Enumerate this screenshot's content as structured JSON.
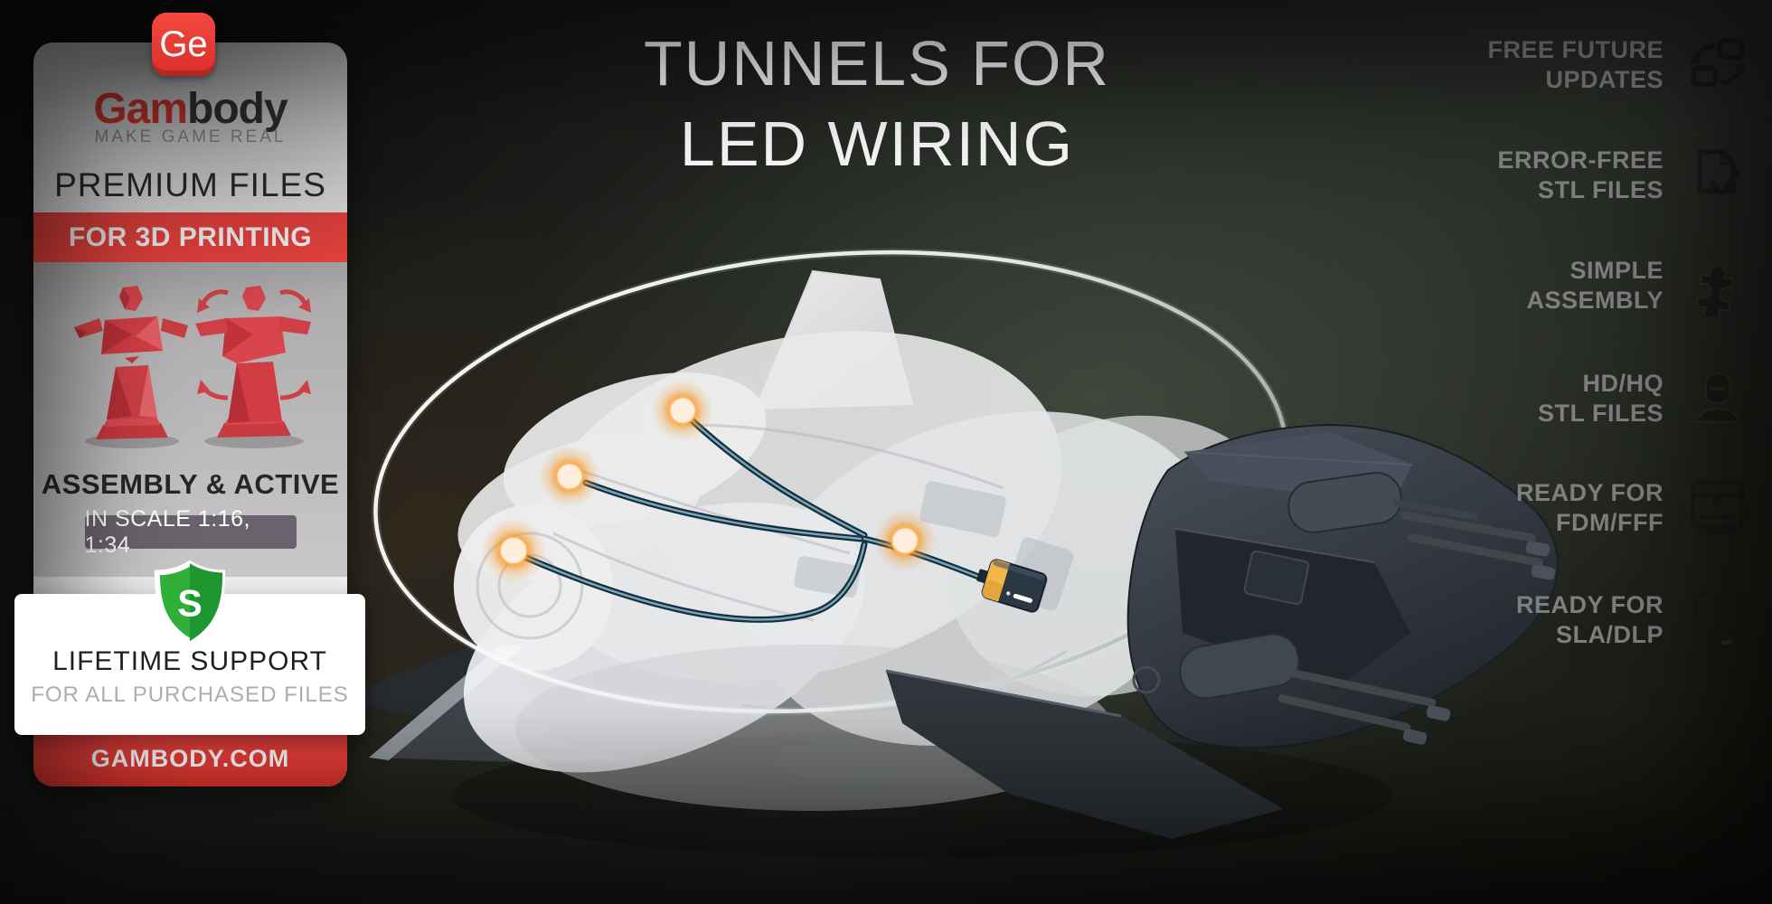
{
  "brand": {
    "badge": "Ge",
    "name_red": "Gam",
    "name_dark": "body",
    "tagline": "MAKE GAME REAL",
    "website": "GAMBODY.COM"
  },
  "promo_card": {
    "premium_line": "PREMIUM FILES",
    "banner": "FOR 3D PRINTING",
    "assembly_line": "ASSEMBLY & ACTIVE",
    "scale_badge": "IN SCALE 1:16, 1:34",
    "shield_letter": "S",
    "support_title": "LIFETIME SUPPORT",
    "support_subtitle": "FOR ALL PURCHASED FILES"
  },
  "headline": {
    "line1": "TUNNELS FOR",
    "line2": "LED WIRING"
  },
  "features": [
    {
      "line1": "FREE FUTURE",
      "line2": "UPDATES",
      "icon": "updates-sync-icon"
    },
    {
      "line1": "ERROR-FREE",
      "line2": "STL FILES",
      "icon": "document-check-icon"
    },
    {
      "line1": "SIMPLE",
      "line2": "ASSEMBLY",
      "icon": "puzzle-icon"
    },
    {
      "line1": "HD/HQ",
      "line2": "STL FILES",
      "icon": "figure-bust-icon"
    },
    {
      "line1": "READY FOR",
      "line2": "FDM/FFF",
      "icon": "fdm-printer-icon"
    },
    {
      "line1": "READY FOR",
      "line2": "SLA/DLP",
      "icon": "sla-printer-icon"
    }
  ],
  "illustration": {
    "subject": "x-ray spaceship model with LED wiring tunnels",
    "led_count": 4,
    "led_color": "#f7941e",
    "wire_color": "#2b5a74",
    "ring_color": "#ffffff",
    "battery_accent": "#f2b64b"
  },
  "colors": {
    "accent_red": "#ee3e35",
    "shield_green": "#2fae38",
    "feature_text": "#7f7f7f",
    "title_text": "#f8f8f8"
  }
}
